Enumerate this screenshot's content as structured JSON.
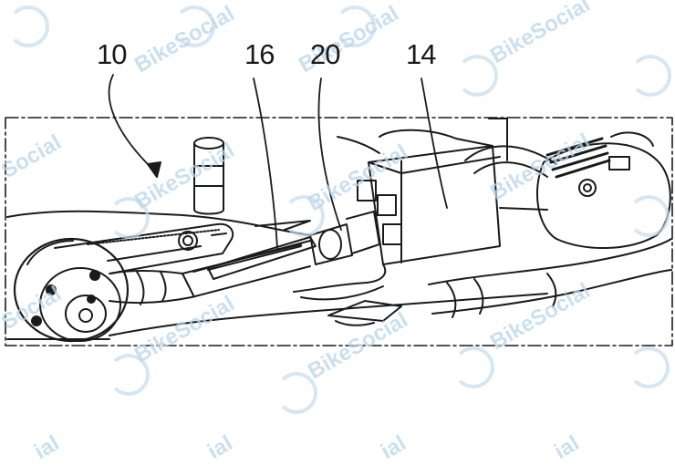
{
  "diagram": {
    "labels": [
      "10",
      "16",
      "20",
      "14"
    ]
  },
  "watermark": {
    "text": "BikeSocial",
    "partial_text": "Social",
    "partial_text_2": "ial"
  },
  "colors": {
    "line": "#1a1a1a",
    "watermark": "#b9d6ea",
    "background": "#ffffff"
  }
}
